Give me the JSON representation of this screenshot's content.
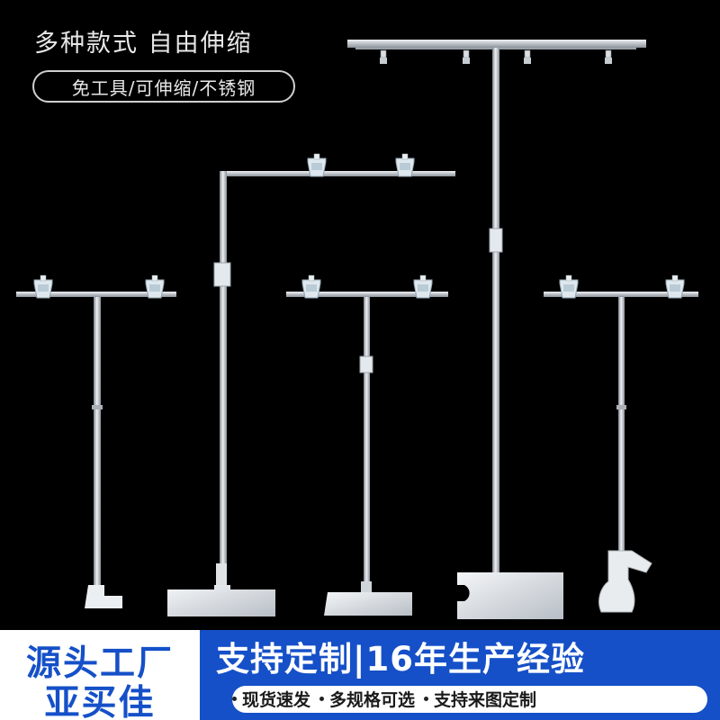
{
  "headline": "多种款式 自由伸缩",
  "pill_text": "免工具/可伸缩/不锈钢",
  "brand": {
    "line1": "源头工厂",
    "line2": "亚买佳"
  },
  "tagline": "支持定制|16年生产经验",
  "features": [
    "现货速发",
    "多规格可选",
    "支持来图定制"
  ],
  "colors": {
    "background": "#000000",
    "banner_blue": "#1550c8",
    "chrome": "#c8ccd2",
    "white": "#ffffff"
  },
  "products": [
    {
      "name": "t-stand-with-clips-small"
    },
    {
      "name": "l-stand-with-clips"
    },
    {
      "name": "t-stand-square-base"
    },
    {
      "name": "t-stand-tall-large-base"
    },
    {
      "name": "t-stand-clamp-base"
    }
  ]
}
